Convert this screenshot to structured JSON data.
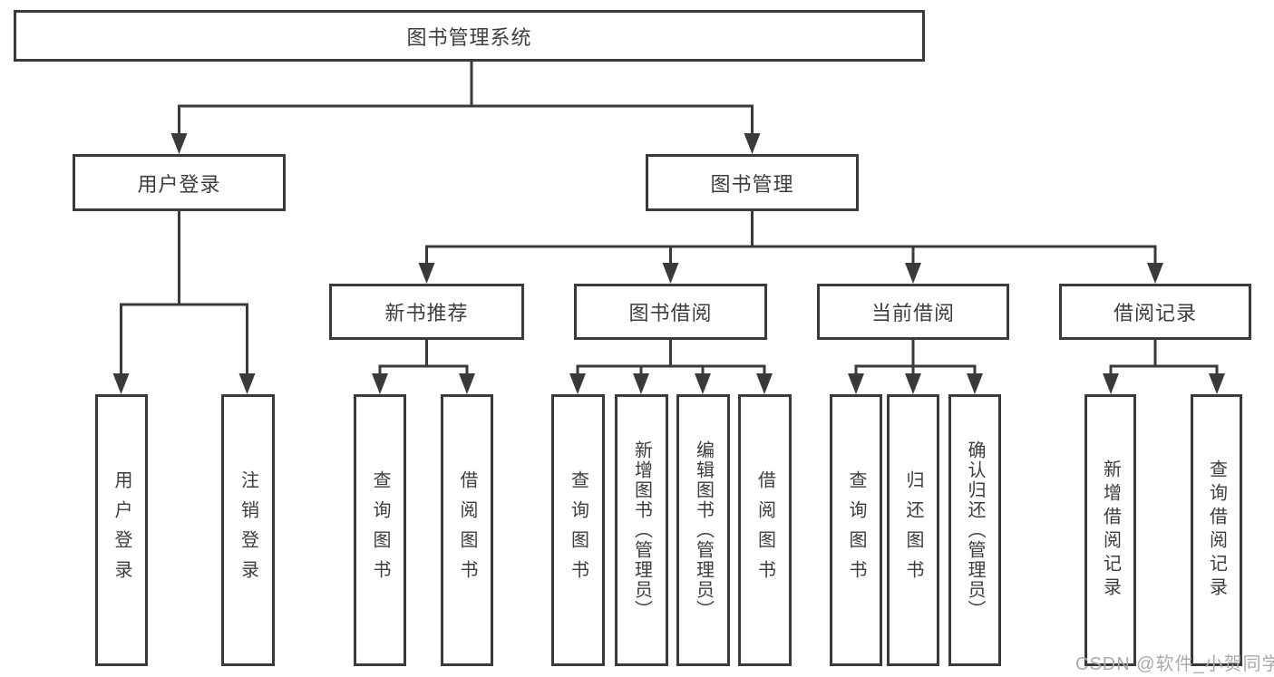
{
  "diagram": {
    "title": "图书管理系统",
    "level2": [
      {
        "label": "用户登录",
        "children": [
          "用户登录",
          "注销登录"
        ]
      },
      {
        "label": "图书管理"
      }
    ],
    "level3": [
      {
        "label": "新书推荐",
        "children": [
          "查询图书",
          "借阅图书"
        ]
      },
      {
        "label": "图书借阅",
        "children": [
          "查询图书",
          "新增图书（管理员）",
          "编辑图书（管理员）",
          "借阅图书"
        ]
      },
      {
        "label": "当前借阅",
        "children": [
          "查询图书",
          "归还图书",
          "确认归还（管理员）"
        ]
      },
      {
        "label": "借阅记录",
        "children": [
          "新增借阅记录",
          "查询借阅记录"
        ]
      }
    ]
  },
  "watermark": "CSDN @软件_小贺同学",
  "colors": {
    "line": "#3a3a3a",
    "text": "#3d3d3d",
    "watermark": "#ababab",
    "background": "#ffffff"
  }
}
